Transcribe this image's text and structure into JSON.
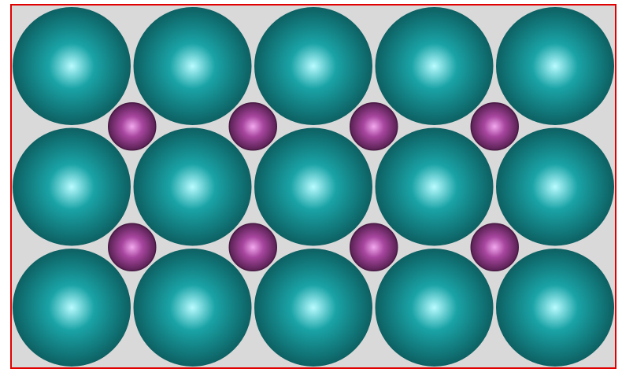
{
  "diagram": {
    "type": "sphere-packing-lattice",
    "large_spheres": {
      "rows": 3,
      "columns": 5,
      "count": 15,
      "color": "#1aa3a6",
      "highlight_color": "#b8fbff",
      "edge_color": "#0b5557"
    },
    "small_spheres": {
      "rows": 2,
      "columns": 4,
      "count": 8,
      "color": "#a8469f",
      "highlight_color": "#f2a8ee",
      "edge_color": "#4a1a45"
    },
    "colors": {
      "background": "#d9d9d9",
      "frame": "#e00000",
      "page": "#ffffff"
    }
  }
}
